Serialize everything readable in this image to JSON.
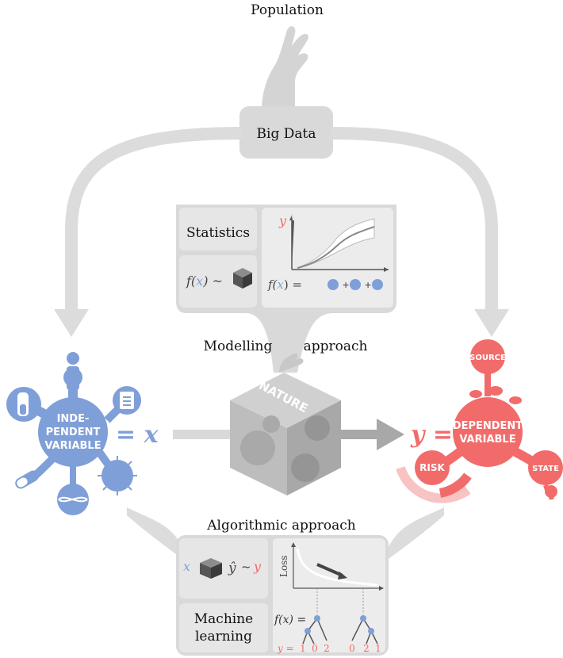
{
  "labels": {
    "population": "Population",
    "big_data": "Big Data",
    "statistics": "Statistics",
    "modelling": "Modelling",
    "approach": "approach",
    "algorithmic_approach": "Algorithmic approach",
    "machine_learning_line1": "Machine",
    "machine_learning_line2": "learning",
    "nature": "NATURE"
  },
  "independent": {
    "line1": "INDE-",
    "line2": "PENDENT",
    "line3": "VARIABLE",
    "equation": "= x"
  },
  "dependent": {
    "line1": "DEPENDENT",
    "line2": "VARIABLE",
    "equation": "y =",
    "risk": "RISK",
    "state": "STATE",
    "source": "SOURCE"
  },
  "statistics_panel": {
    "formula_left_f": "f(",
    "formula_left_x": "x",
    "formula_left_tail": ") ~",
    "formula_right_f": "f(",
    "formula_right_x": "x",
    "formula_right_tail": ") =",
    "axis_y": "y"
  },
  "ml_panel": {
    "x": "x",
    "yhat": "ŷ",
    "tilde": "~",
    "y": "y",
    "loss": "Loss",
    "fx": "f(x) =",
    "y_eq": "y =",
    "leaf_values": [
      "1",
      "0",
      "2",
      "0",
      "2",
      "1"
    ]
  },
  "colors": {
    "gray": "#d9d9d9",
    "dark_gray": "#9a9a9a",
    "blue": "#7f9fd8",
    "red": "#f26b6b",
    "pink": "#f8c3c3"
  }
}
